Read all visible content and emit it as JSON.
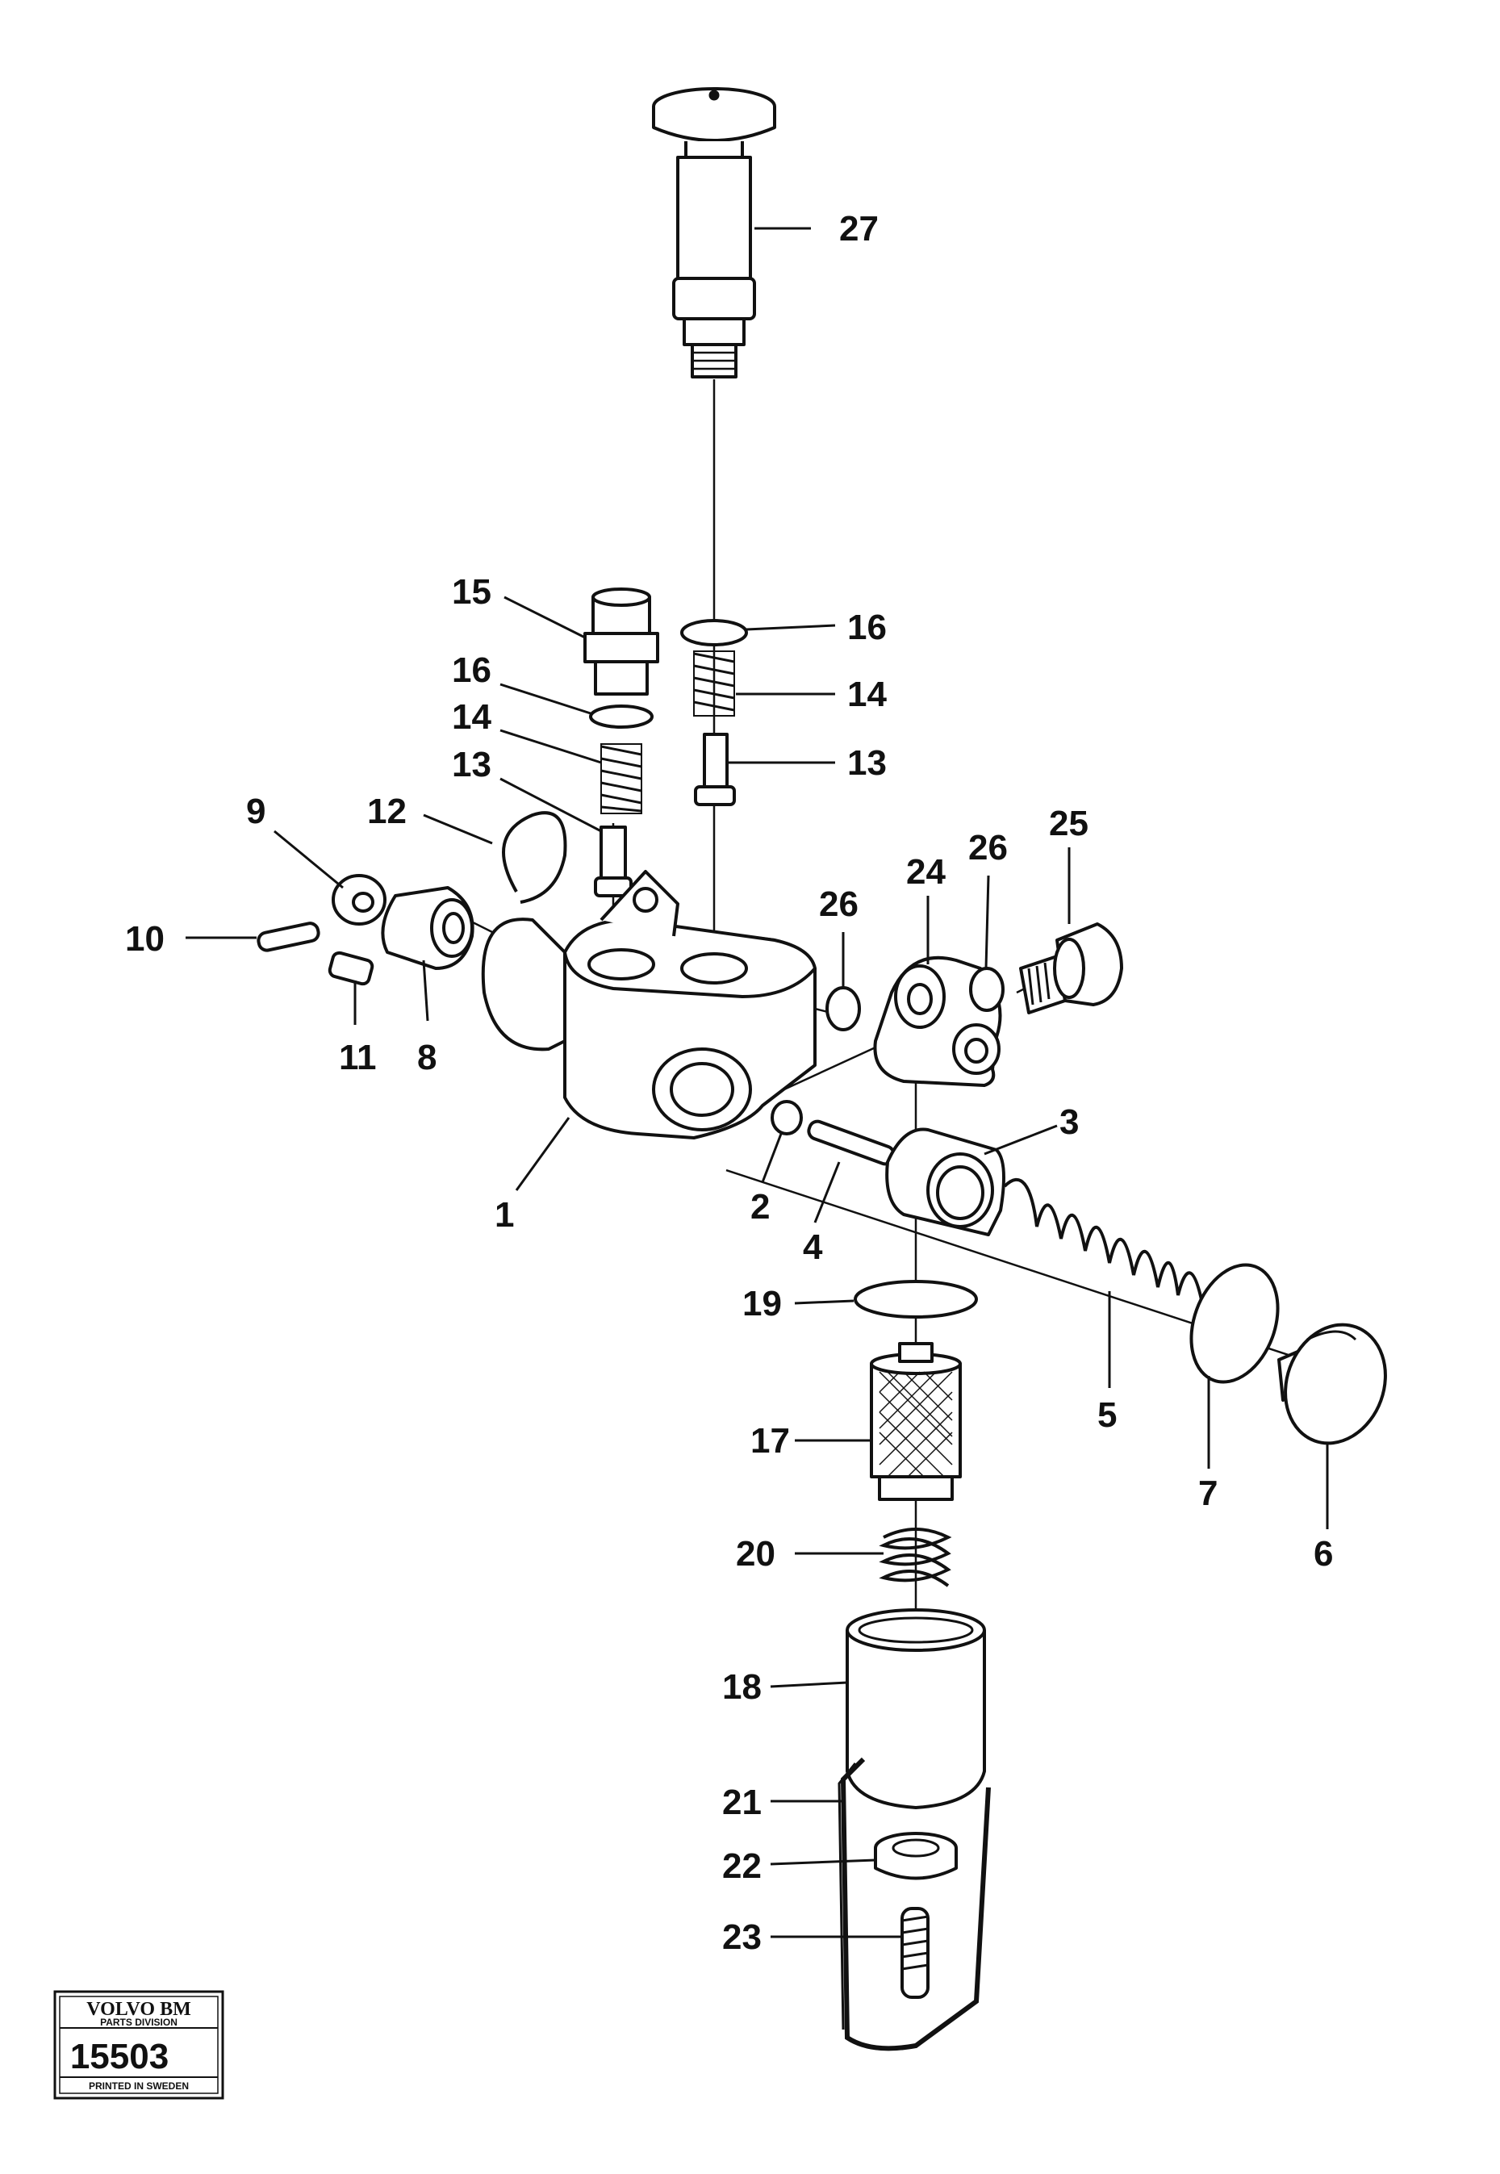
{
  "callouts": [
    {
      "number": "27"
    },
    {
      "number": "15"
    },
    {
      "number": "16"
    },
    {
      "number": "16"
    },
    {
      "number": "14"
    },
    {
      "number": "14"
    },
    {
      "number": "13"
    },
    {
      "number": "13"
    },
    {
      "number": "12"
    },
    {
      "number": "9"
    },
    {
      "number": "10"
    },
    {
      "number": "11"
    },
    {
      "number": "8"
    },
    {
      "number": "1"
    },
    {
      "number": "26"
    },
    {
      "number": "24"
    },
    {
      "number": "26"
    },
    {
      "number": "25"
    },
    {
      "number": "3"
    },
    {
      "number": "2"
    },
    {
      "number": "4"
    },
    {
      "number": "5"
    },
    {
      "number": "19"
    },
    {
      "number": "17"
    },
    {
      "number": "7"
    },
    {
      "number": "6"
    },
    {
      "number": "20"
    },
    {
      "number": "18"
    },
    {
      "number": "21"
    },
    {
      "number": "22"
    },
    {
      "number": "23"
    }
  ],
  "stamp": {
    "brand": "VOLVO BM",
    "division": "PARTS DIVISION",
    "number": "15503",
    "printed": "PRINTED IN SWEDEN"
  }
}
